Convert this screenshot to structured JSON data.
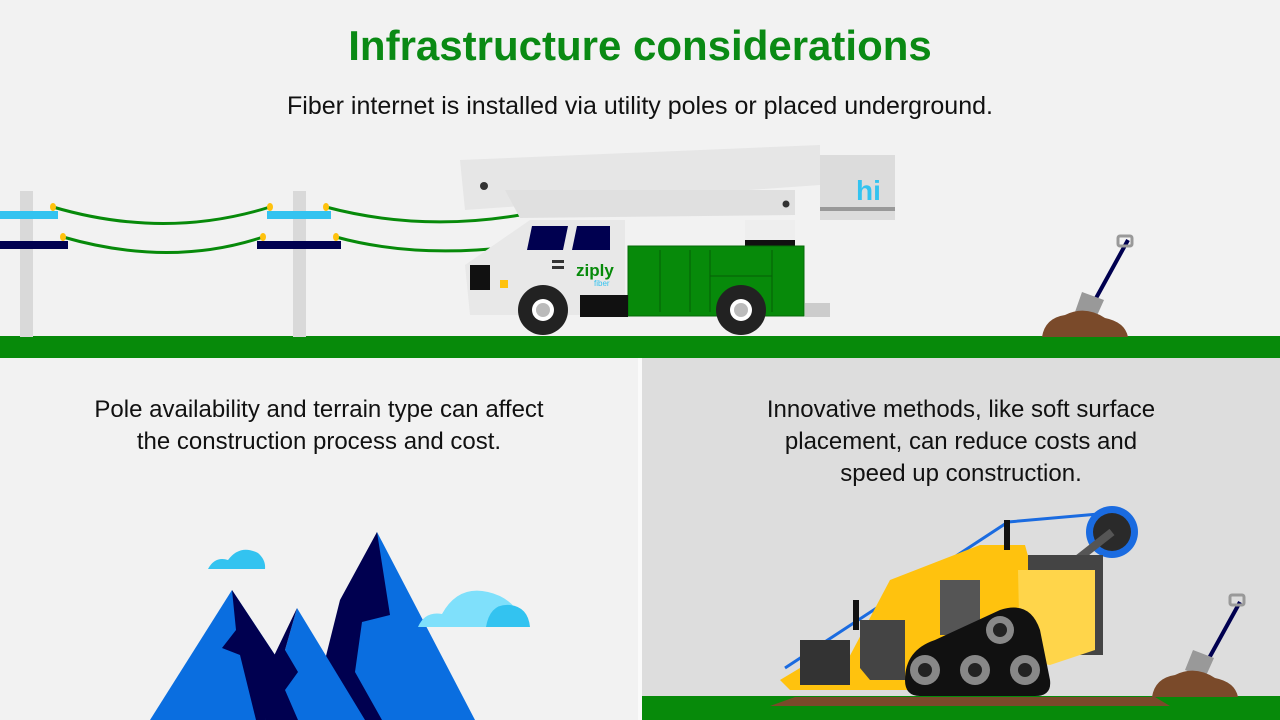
{
  "header": {
    "title": "Infrastructure considerations",
    "subtitle": "Fiber internet is installed via utility poles or placed underground."
  },
  "truck": {
    "brand": "ziply",
    "brand_sub": "fiber",
    "bucket_label": "hi"
  },
  "panels": [
    {
      "text_line1": "Pole availability and terrain type can affect",
      "text_line2": "the construction process and cost."
    },
    {
      "text_line1": "Innovative methods, like soft surface",
      "text_line2": "placement, can reduce costs and",
      "text_line3": "speed up construction."
    }
  ],
  "colors": {
    "green": "#078a0a",
    "title_green": "#0a8a14",
    "light_blue": "#33c3f0",
    "navy": "#000050",
    "mountain_blue": "#0a6ee0",
    "yellow": "#ffc20e",
    "dirt": "#7a4a2a"
  }
}
